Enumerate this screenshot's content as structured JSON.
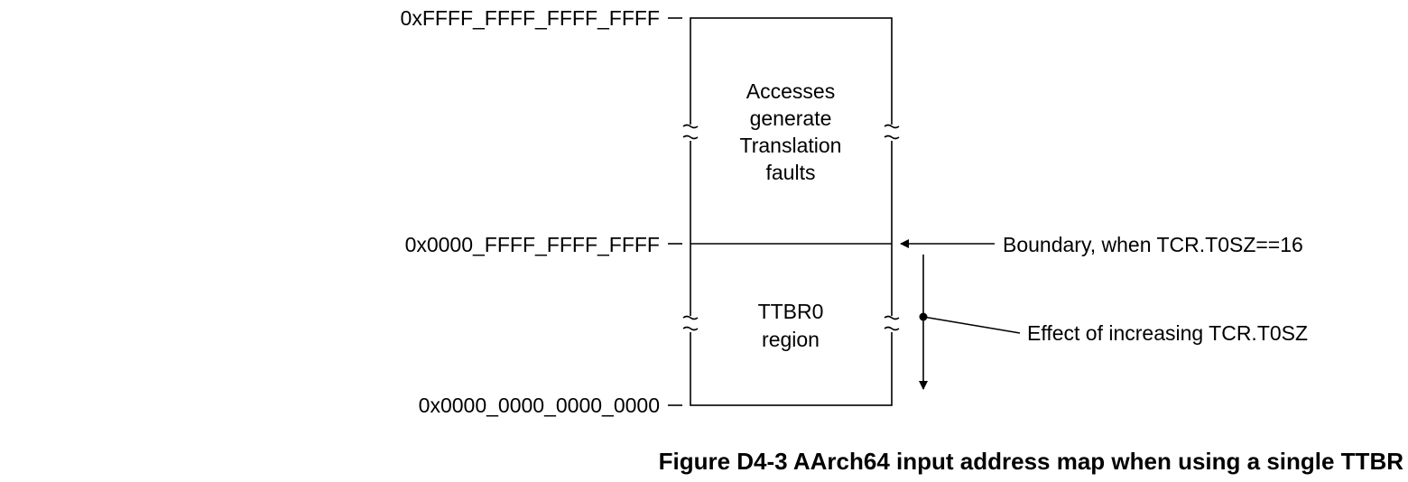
{
  "addresses": {
    "top": "0xFFFF_FFFF_FFFF_FFFF",
    "boundary": "0x0000_FFFF_FFFF_FFFF",
    "bottom": "0x0000_0000_0000_0000"
  },
  "regions": {
    "upper": {
      "lines": [
        "Accesses",
        "generate",
        "Translation",
        "faults"
      ]
    },
    "lower": {
      "lines": [
        "TTBR0",
        "region"
      ]
    }
  },
  "callouts": {
    "boundary": "Boundary, when TCR.T0SZ==16",
    "effect": "Effect of increasing TCR.T0SZ"
  },
  "caption": "Figure D4-3 AArch64 input address map when using a single TTBR"
}
